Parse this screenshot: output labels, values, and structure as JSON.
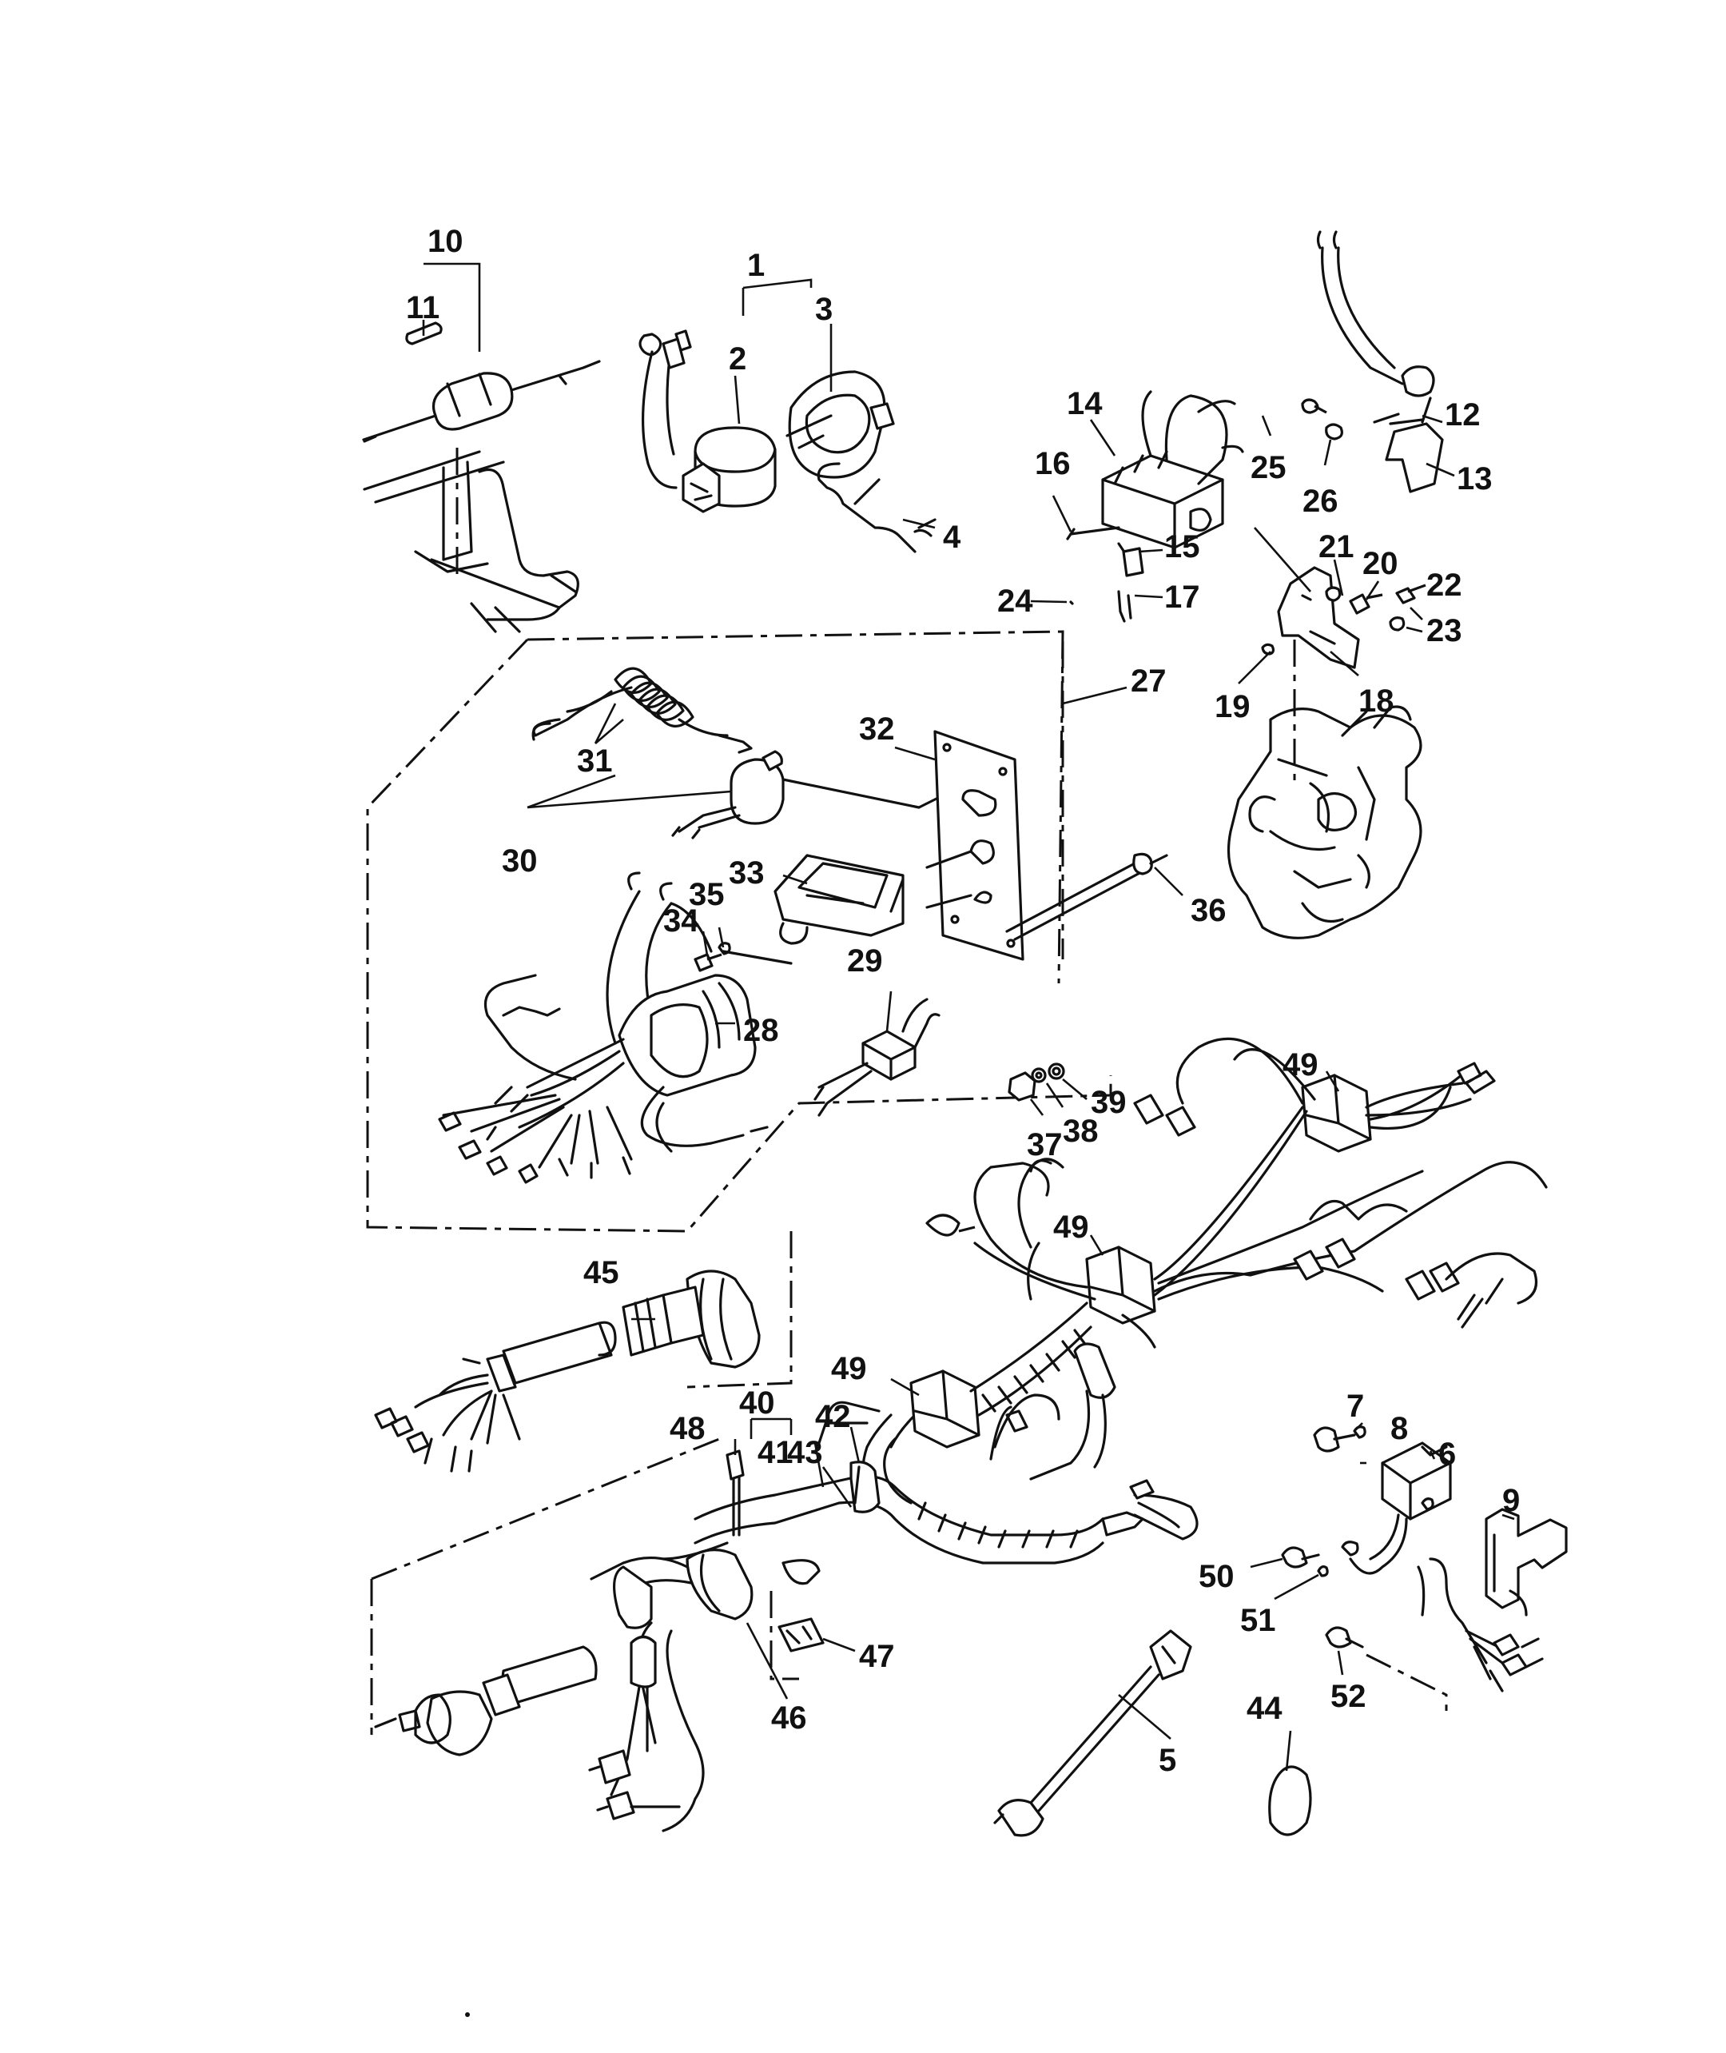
{
  "callouts": [
    {
      "id": "c1",
      "text": "1"
    },
    {
      "id": "c2",
      "text": "2"
    },
    {
      "id": "c3",
      "text": "3"
    },
    {
      "id": "c4",
      "text": "4"
    },
    {
      "id": "c5",
      "text": "5"
    },
    {
      "id": "c6",
      "text": "6"
    },
    {
      "id": "c7",
      "text": "7"
    },
    {
      "id": "c8",
      "text": "8"
    },
    {
      "id": "c9",
      "text": "9"
    },
    {
      "id": "c10",
      "text": "10"
    },
    {
      "id": "c11",
      "text": "11"
    },
    {
      "id": "c12",
      "text": "12"
    },
    {
      "id": "c13",
      "text": "13"
    },
    {
      "id": "c14",
      "text": "14"
    },
    {
      "id": "c15",
      "text": "15"
    },
    {
      "id": "c16",
      "text": "16"
    },
    {
      "id": "c17",
      "text": "17"
    },
    {
      "id": "c18",
      "text": "18"
    },
    {
      "id": "c19",
      "text": "19"
    },
    {
      "id": "c20",
      "text": "20"
    },
    {
      "id": "c21",
      "text": "21"
    },
    {
      "id": "c22",
      "text": "22"
    },
    {
      "id": "c23",
      "text": "23"
    },
    {
      "id": "c24",
      "text": "24"
    },
    {
      "id": "c25",
      "text": "25"
    },
    {
      "id": "c26",
      "text": "26"
    },
    {
      "id": "c27",
      "text": "27"
    },
    {
      "id": "c28",
      "text": "28"
    },
    {
      "id": "c29",
      "text": "29"
    },
    {
      "id": "c30",
      "text": "30"
    },
    {
      "id": "c31",
      "text": "31"
    },
    {
      "id": "c32",
      "text": "32"
    },
    {
      "id": "c33",
      "text": "33"
    },
    {
      "id": "c34",
      "text": "34"
    },
    {
      "id": "c35",
      "text": "35"
    },
    {
      "id": "c36",
      "text": "36"
    },
    {
      "id": "c37",
      "text": "37"
    },
    {
      "id": "c38",
      "text": "38"
    },
    {
      "id": "c39",
      "text": "39"
    },
    {
      "id": "c40",
      "text": "40"
    },
    {
      "id": "c41",
      "text": "41"
    },
    {
      "id": "c42",
      "text": "42"
    },
    {
      "id": "c43",
      "text": "43"
    },
    {
      "id": "c44",
      "text": "44"
    },
    {
      "id": "c45",
      "text": "45"
    },
    {
      "id": "c46",
      "text": "46"
    },
    {
      "id": "c47",
      "text": "47"
    },
    {
      "id": "c48",
      "text": "48"
    },
    {
      "id": "c49a",
      "text": "49"
    },
    {
      "id": "c49b",
      "text": "49"
    },
    {
      "id": "c49c",
      "text": "49"
    },
    {
      "id": "c50",
      "text": "50"
    },
    {
      "id": "c51",
      "text": "51"
    },
    {
      "id": "c52",
      "text": "52"
    }
  ]
}
